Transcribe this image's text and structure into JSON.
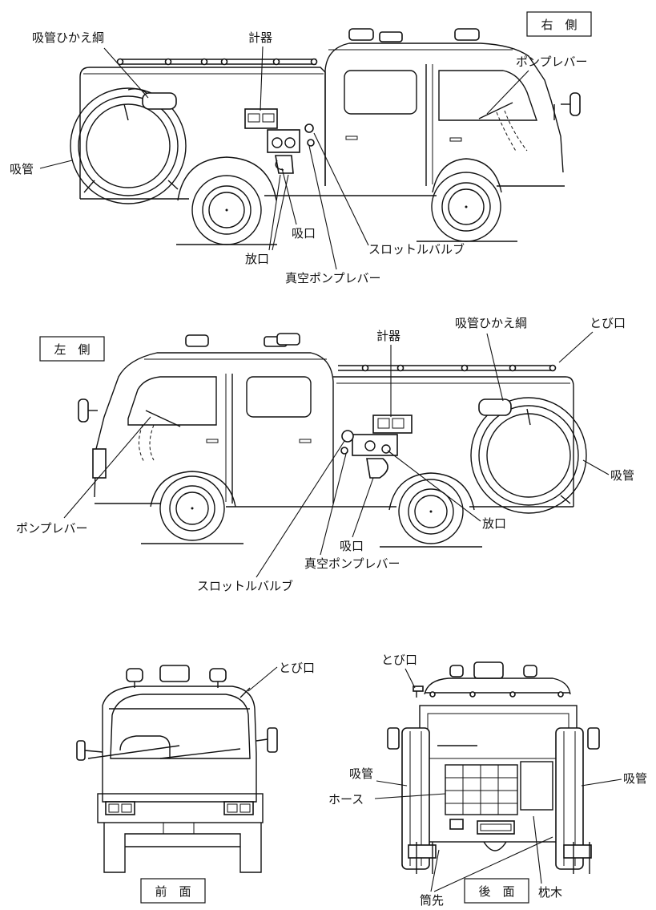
{
  "views": {
    "right": {
      "title": "右　側",
      "labels": {
        "hose_rope": "吸管ひかえ綱",
        "gauge": "計器",
        "pump_lever": "ポンプレバー",
        "suction_hose": "吸管",
        "inlet": "吸口",
        "throttle": "スロットルバルブ",
        "outlet": "放口",
        "vacuum_lever": "真空ポンプレバー"
      }
    },
    "left": {
      "title": "左　側",
      "labels": {
        "gauge": "計器",
        "hose_rope": "吸管ひかえ綱",
        "fire_hook": "とび口",
        "suction_hose": "吸管",
        "pump_lever": "ポンプレバー",
        "outlet": "放口",
        "inlet": "吸口",
        "vacuum_lever": "真空ポンプレバー",
        "throttle": "スロットルバルブ"
      }
    },
    "front": {
      "title": "前　面",
      "labels": {
        "fire_hook": "とび口"
      }
    },
    "rear": {
      "title": "後　面",
      "labels": {
        "fire_hook": "とび口",
        "suction_hose_left": "吸管",
        "suction_hose_right": "吸管",
        "hose": "ホース",
        "nozzle": "筒先",
        "chock": "枕木"
      }
    }
  }
}
